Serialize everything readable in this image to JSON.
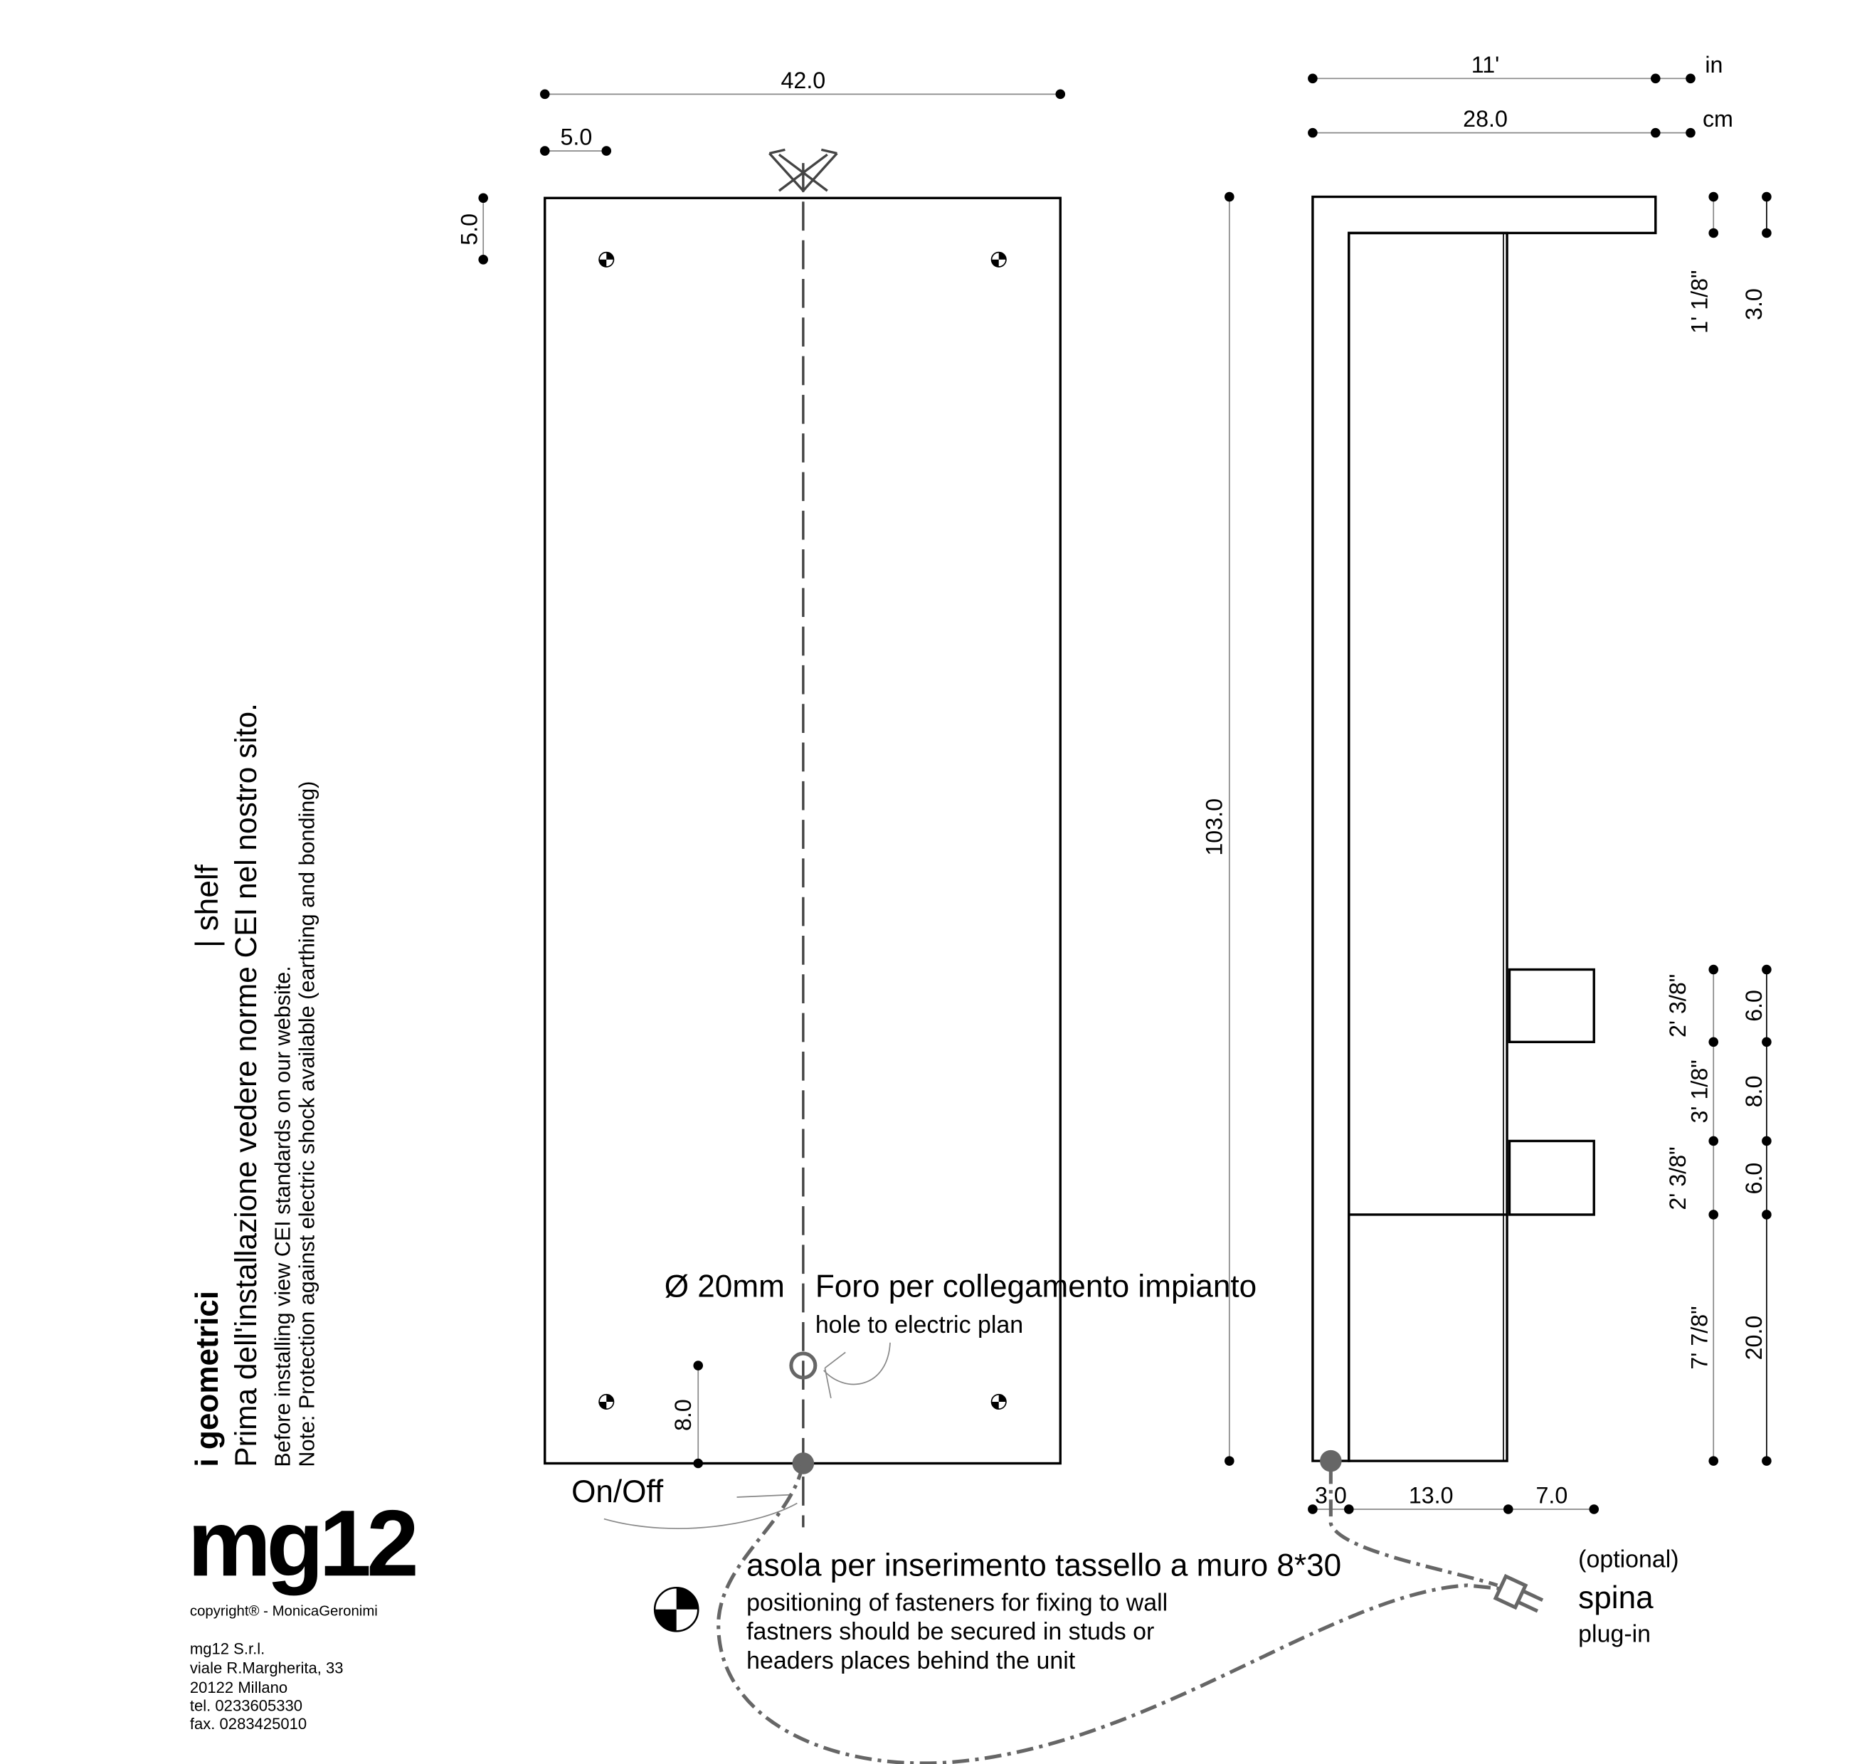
{
  "title_block": {
    "brand_line": "i geometrici",
    "product": "| shelf",
    "note_it": "Prima dell'installazione vedere norme CEI nel nostro sito.",
    "note_en_1": "Before installing view CEI standards on our website.",
    "note_en_2": "Note: Protection against electric shock available (earthing and bonding)"
  },
  "logo": {
    "text": "mg12",
    "copyright": "copyright® - MonicaGeronimi"
  },
  "address": [
    "mg12 S.r.l.",
    "viale R.Margherita, 33",
    "20122 Millano",
    "tel. 0233605330",
    "fax. 0283425010"
  ],
  "front_view": {
    "width": "42.0",
    "screw_offset_x": "5.0",
    "screw_offset_y": "5.0",
    "hole_height": "8.0",
    "hole_diameter": "Ø 20mm",
    "hole_label_it": "Foro per collegamento impianto",
    "hole_label_en": "hole to electric plan",
    "switch_label": "On/Off"
  },
  "overall_height": "103.0",
  "side_view": {
    "depth_in": "11'",
    "unit_in": "in",
    "depth_cm": "28.0",
    "unit_cm": "cm",
    "bottom_dims": [
      "3.0",
      "13.0",
      "7.0"
    ],
    "right_in": [
      "1' 1/8\"",
      "2' 3/8\"",
      "3' 1/8\"",
      "2' 3/8\"",
      "7' 7/8\""
    ],
    "right_cm": [
      "3.0",
      "6.0",
      "8.0",
      "6.0",
      "20.0"
    ]
  },
  "fastener_note": {
    "title": "asola per inserimento tassello a muro 8*30",
    "lines": [
      "positioning of fasteners for fixing to wall",
      "fastners should be secured in studs or",
      "headers places behind the unit"
    ]
  },
  "plug": {
    "optional": "(optional)",
    "label_it": "spina",
    "label_en": "plug-in"
  }
}
